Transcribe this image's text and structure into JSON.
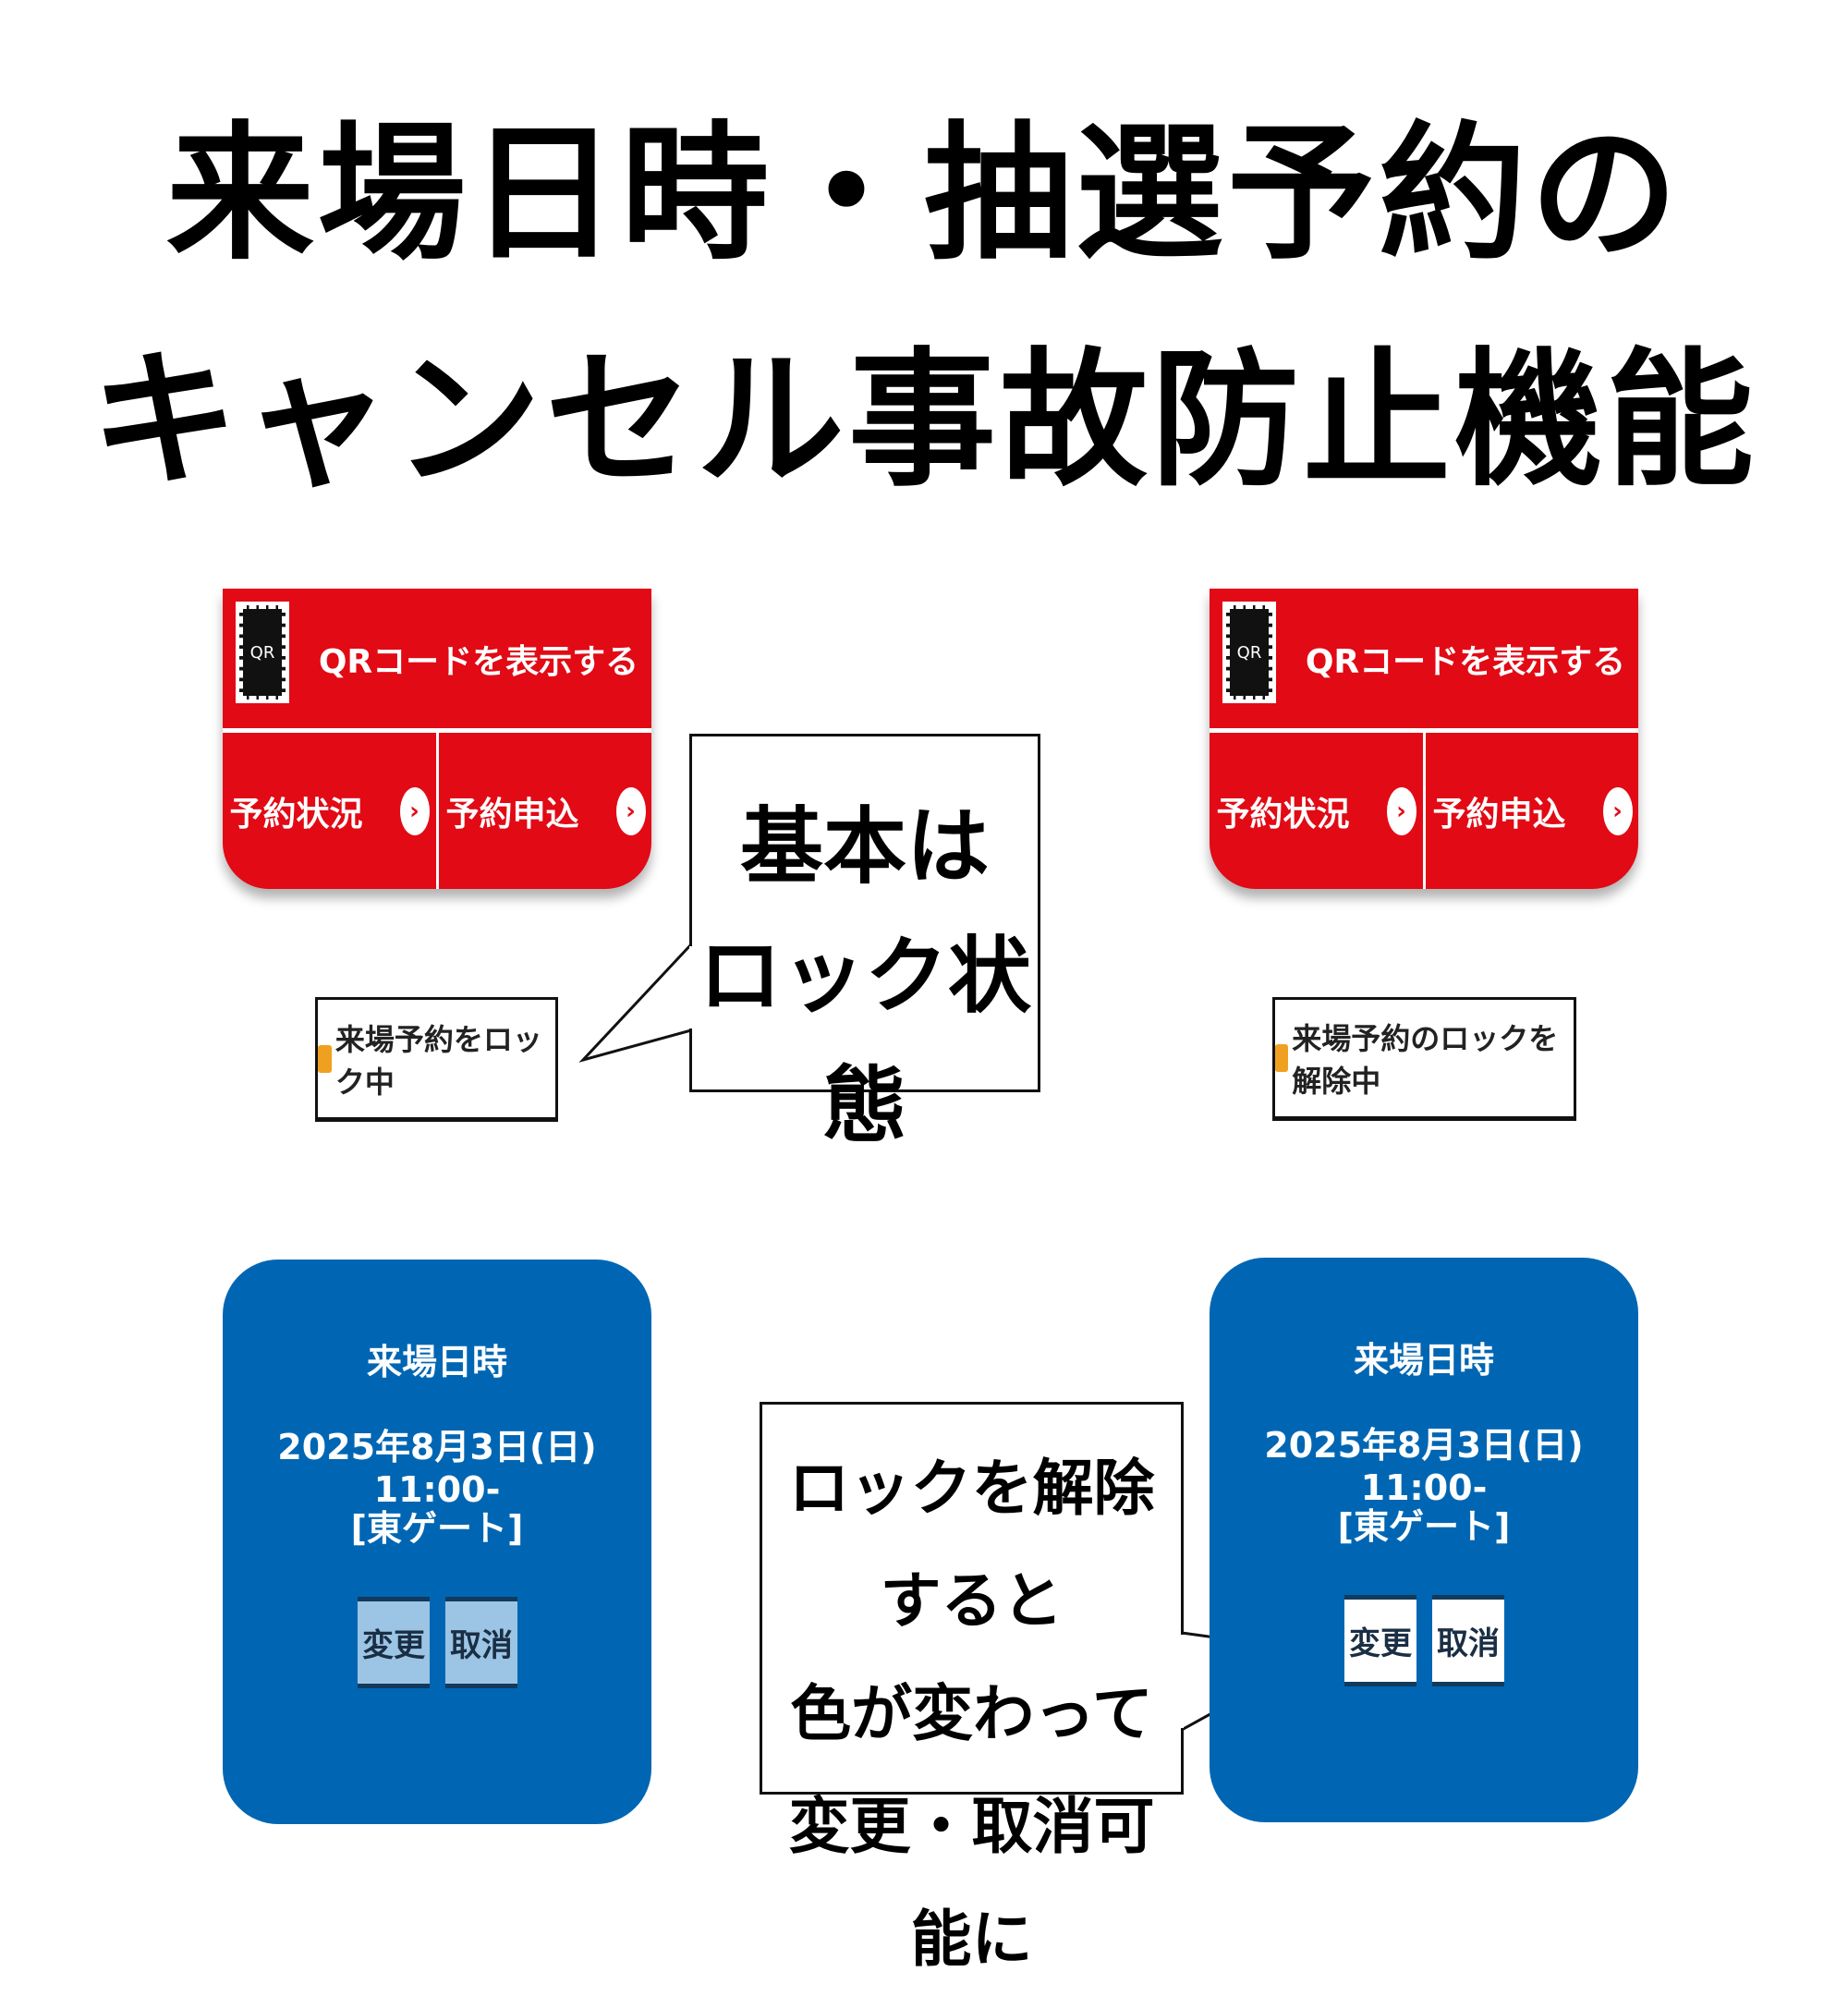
{
  "title": {
    "line1": "来場日時・抽選予約の",
    "line2": "キャンセル事故防止機能"
  },
  "panel": {
    "qr_icon_text": "QR",
    "qr_label": "QRコードを表示する",
    "status": "予約状況",
    "apply": "予約申込",
    "chevron": "›"
  },
  "lock": {
    "locked": "来場予約をロック中",
    "unlocked": "来場予約のロックを解除中"
  },
  "callout1": {
    "line1": "基本は",
    "line2": "ロック状態"
  },
  "callout2": {
    "line1": "ロックを解除すると",
    "line2": "色が変わって",
    "line3": "変更・取消可能に"
  },
  "reservation": {
    "heading": "来場日時",
    "datetime": "2025年8月3日(日) 11:00-",
    "gate": "[東ゲート]",
    "change": "変更",
    "cancel": "取消"
  },
  "colors": {
    "red": "#e20a15",
    "blue": "#0066b3",
    "disabled_button": "#9cc4e4"
  }
}
